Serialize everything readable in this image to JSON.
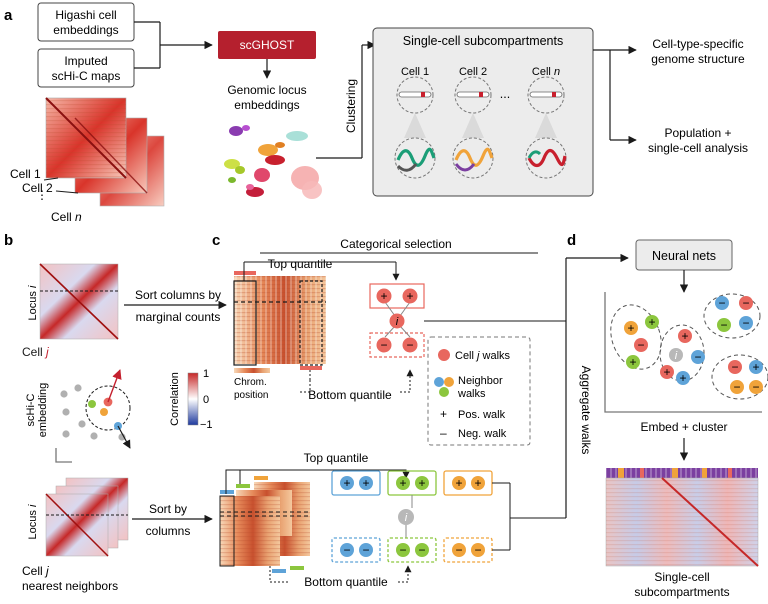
{
  "panel_letters": [
    "a",
    "b",
    "c",
    "d"
  ],
  "panel_a": {
    "input_1": [
      "Higashi cell",
      "embeddings"
    ],
    "input_2": [
      "Imputed",
      "scHi-C maps"
    ],
    "cell_labels": [
      "Cell 1",
      "Cell 2",
      "Cell ",
      "n"
    ],
    "model": "scGHOST",
    "embedding_label": [
      "Genomic locus",
      "embeddings"
    ],
    "clustering": "Clustering",
    "subcompartments_title": "Single-cell subcompartments",
    "cells": [
      "Cell 1",
      "Cell 2",
      "Cell "
    ],
    "cell_n_italic": "n",
    "ellipsis": "...",
    "output_1": [
      "Cell-type-specific",
      "genome structure"
    ],
    "output_2": [
      "Population +",
      "single-cell analysis"
    ]
  },
  "panel_b": {
    "locus_label": "Locus ",
    "locus_i": "i",
    "sort_label": [
      "Sort columns by",
      "marginal counts"
    ],
    "cell_j": [
      "Cell ",
      "j"
    ],
    "embedding_label": [
      "scHi-C",
      "embedding"
    ],
    "colorbar_title": "Correlation",
    "colorbar_ticks": [
      "1",
      "0",
      "−1"
    ],
    "neighbors_label": [
      "Cell ",
      "j",
      "nearest neighbors"
    ],
    "sort_by": [
      "Sort by",
      "columns"
    ]
  },
  "panel_c": {
    "categorical": "Categorical selection",
    "top_quantile": "Top quantile",
    "bottom_quantile": "Bottom quantile",
    "chrom_position": [
      "Chrom.",
      "position"
    ],
    "node_i": "i",
    "legend": {
      "cell_j_walks": [
        "Cell ",
        "j",
        " walks"
      ],
      "neighbor_walks": [
        "Neighbor",
        "walks"
      ],
      "pos_symbol": "+",
      "pos_label": "Pos. walk",
      "neg_symbol": "–",
      "neg_label": "Neg. walk"
    },
    "top_quantile_2": "Top quantile",
    "bottom_quantile_2": "Bottom quantile",
    "pos_sign": "+",
    "neg_sign": "−"
  },
  "panel_d": {
    "aggregate": "Aggregate walks",
    "neural_nets": "Neural nets",
    "embed_cluster": "Embed + cluster",
    "output": [
      "Single-cell",
      "subcompartments"
    ],
    "node_i": "i"
  },
  "colors": {
    "scghost_red": "#b5202e",
    "cell_j_walk": "#e8675e",
    "neighbor_blue": "#5ea3d8",
    "neighbor_green": "#8cc63e",
    "neighbor_orange": "#f0a33a",
    "gray_box": "#ececec"
  }
}
